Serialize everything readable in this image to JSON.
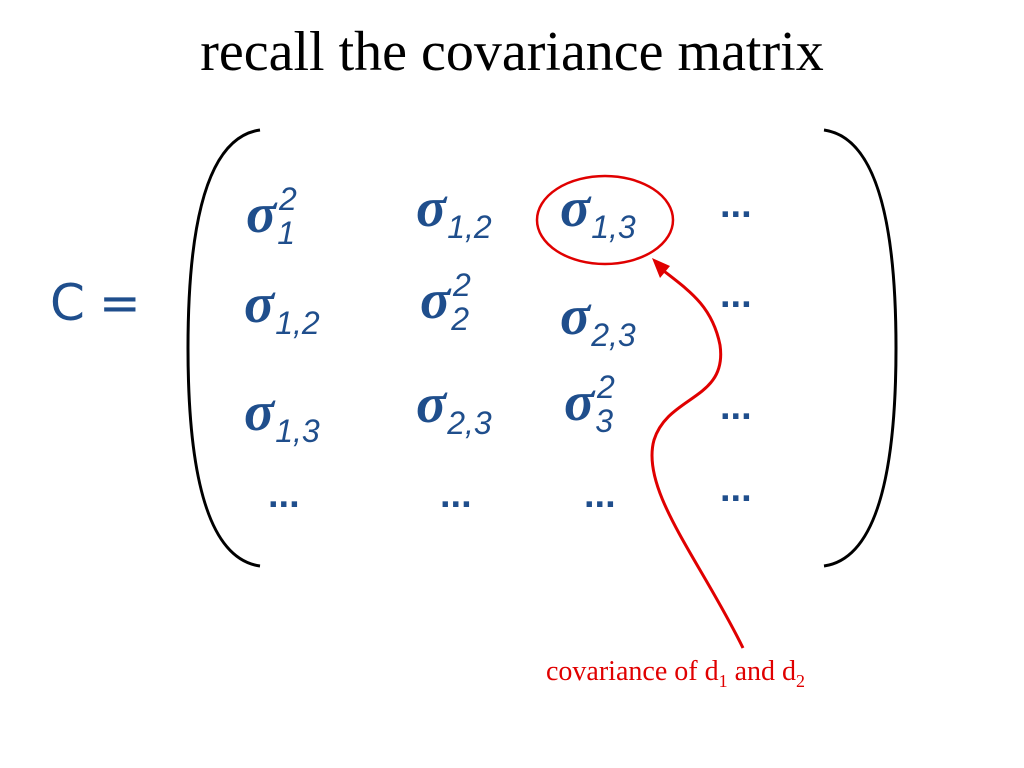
{
  "title": "recall the covariance matrix",
  "lhs": {
    "label": "C",
    "equals": "="
  },
  "matrix": {
    "symbol": "σ",
    "ellipsis": "...",
    "cells": {
      "r1c1_sub": "1",
      "r1c1_sup": "2",
      "r1c2_sub": "1,2",
      "r1c3_sub": "1,3",
      "r2c1_sub": "1,2",
      "r2c2_sub": "2",
      "r2c2_sup": "2",
      "r2c3_sub": "2,3",
      "r3c1_sub": "1,3",
      "r3c2_sub": "2,3",
      "r3c3_sub": "3",
      "r3c3_sup": "2"
    }
  },
  "annotation": {
    "text_1": "covariance of d",
    "sub_1": "1",
    "text_2": " and d",
    "sub_2": "2",
    "color": "#e00000"
  },
  "colors": {
    "matrix_text": "#1f4e8c",
    "bracket": "#000000",
    "title": "#000000"
  }
}
